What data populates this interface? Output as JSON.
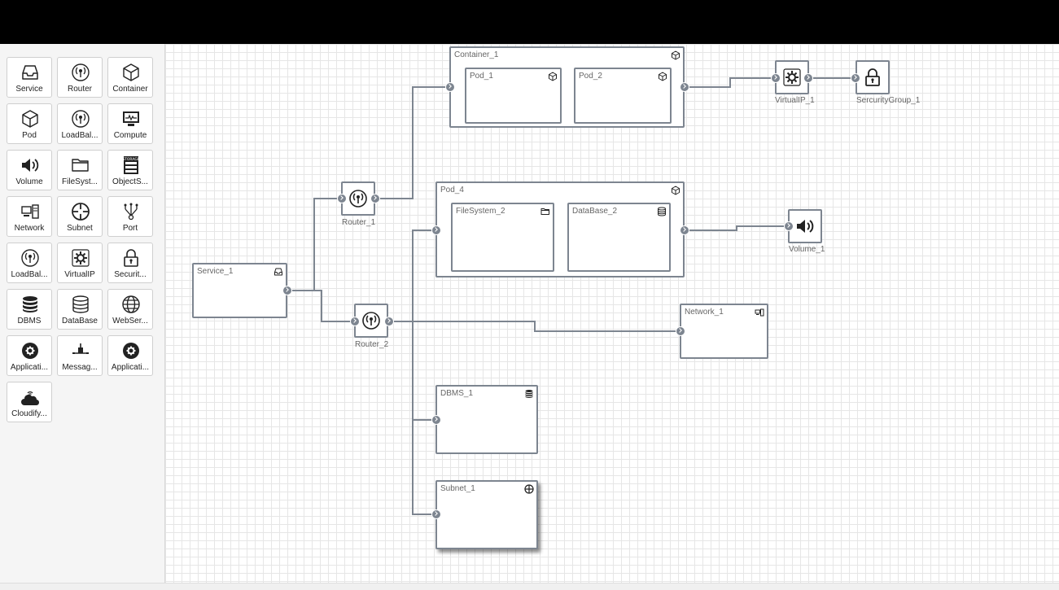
{
  "palette": {
    "items": [
      {
        "label": "Service",
        "icon": "service-icon"
      },
      {
        "label": "Router",
        "icon": "router-icon"
      },
      {
        "label": "Container",
        "icon": "container-icon"
      },
      {
        "label": "Pod",
        "icon": "pod-icon"
      },
      {
        "label": "LoadBal...",
        "icon": "loadbalancer-icon"
      },
      {
        "label": "Compute",
        "icon": "compute-icon"
      },
      {
        "label": "Volume",
        "icon": "volume-icon"
      },
      {
        "label": "FileSyst...",
        "icon": "filesystem-icon"
      },
      {
        "label": "ObjectS...",
        "icon": "objectstorage-icon"
      },
      {
        "label": "Network",
        "icon": "network-icon"
      },
      {
        "label": "Subnet",
        "icon": "subnet-icon"
      },
      {
        "label": "Port",
        "icon": "port-icon"
      },
      {
        "label": "LoadBal...",
        "icon": "loadbalancer-icon"
      },
      {
        "label": "VirtualIP",
        "icon": "virtualip-icon"
      },
      {
        "label": "Securit...",
        "icon": "securitygroup-icon"
      },
      {
        "label": "DBMS",
        "icon": "dbms-icon"
      },
      {
        "label": "DataBase",
        "icon": "database-icon"
      },
      {
        "label": "WebSer...",
        "icon": "webserver-icon"
      },
      {
        "label": "Applicati...",
        "icon": "application-icon"
      },
      {
        "label": "Messag...",
        "icon": "message-icon"
      },
      {
        "label": "Applicati...",
        "icon": "application-icon"
      },
      {
        "label": "Cloudify...",
        "icon": "cloudify-icon"
      }
    ],
    "storage_text": "STORAGE"
  },
  "nodes": {
    "container_1": "Container_1",
    "pod_1": "Pod_1",
    "pod_2": "Pod_2",
    "virtualip_1": "VirtualIP_1",
    "securitygroup_1": "SercurityGroup_1",
    "router_1": "Router_1",
    "pod_4": "Pod_4",
    "filesystem_2": "FileSystem_2",
    "database_2": "DataBase_2",
    "volume_1": "Volume_1",
    "service_1": "Service_1",
    "router_2": "Router_2",
    "network_1": "Network_1",
    "dbms_1": "DBMS_1",
    "subnet_1": "Subnet_1"
  },
  "colors": {
    "wire": "#7d8590",
    "border": "#7d8590",
    "grid": "#e6e6e6"
  }
}
